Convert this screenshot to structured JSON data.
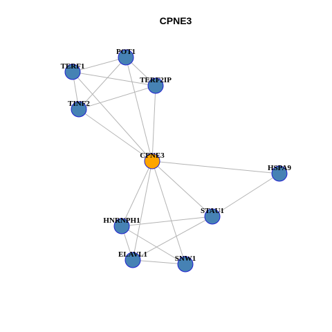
{
  "title": "CPNE3",
  "colors": {
    "node_fill": "#4682b4",
    "center_fill": "#ffa500",
    "node_border": "#1f1fd0",
    "edge": "#b3b3b3"
  },
  "nodes": [
    {
      "id": "POT1",
      "label": "POT1",
      "type": "partner"
    },
    {
      "id": "TERF1",
      "label": "TERF1",
      "type": "partner"
    },
    {
      "id": "TERF2IP",
      "label": "TERF2IP",
      "type": "partner"
    },
    {
      "id": "TINF2",
      "label": "TINF2",
      "type": "partner"
    },
    {
      "id": "CPNE3",
      "label": "CPNE3",
      "type": "center"
    },
    {
      "id": "HSPA9",
      "label": "HSPA9",
      "type": "partner"
    },
    {
      "id": "STAU1",
      "label": "STAU1",
      "type": "partner"
    },
    {
      "id": "HNRNPH1",
      "label": "HNRNPH1",
      "type": "partner"
    },
    {
      "id": "ELAVL1",
      "label": "ELAVL1",
      "type": "partner"
    },
    {
      "id": "SNW1",
      "label": "SNW1",
      "type": "partner"
    }
  ],
  "edges": [
    [
      "POT1",
      "TERF1"
    ],
    [
      "POT1",
      "TERF2IP"
    ],
    [
      "POT1",
      "TINF2"
    ],
    [
      "POT1",
      "CPNE3"
    ],
    [
      "TERF1",
      "TERF2IP"
    ],
    [
      "TERF1",
      "TINF2"
    ],
    [
      "TERF1",
      "CPNE3"
    ],
    [
      "TERF2IP",
      "TINF2"
    ],
    [
      "TERF2IP",
      "CPNE3"
    ],
    [
      "TINF2",
      "CPNE3"
    ],
    [
      "CPNE3",
      "HSPA9"
    ],
    [
      "CPNE3",
      "STAU1"
    ],
    [
      "CPNE3",
      "HNRNPH1"
    ],
    [
      "CPNE3",
      "ELAVL1"
    ],
    [
      "CPNE3",
      "SNW1"
    ],
    [
      "HSPA9",
      "STAU1"
    ],
    [
      "STAU1",
      "HNRNPH1"
    ],
    [
      "STAU1",
      "ELAVL1"
    ],
    [
      "HNRNPH1",
      "ELAVL1"
    ],
    [
      "HNRNPH1",
      "SNW1"
    ],
    [
      "ELAVL1",
      "SNW1"
    ]
  ]
}
